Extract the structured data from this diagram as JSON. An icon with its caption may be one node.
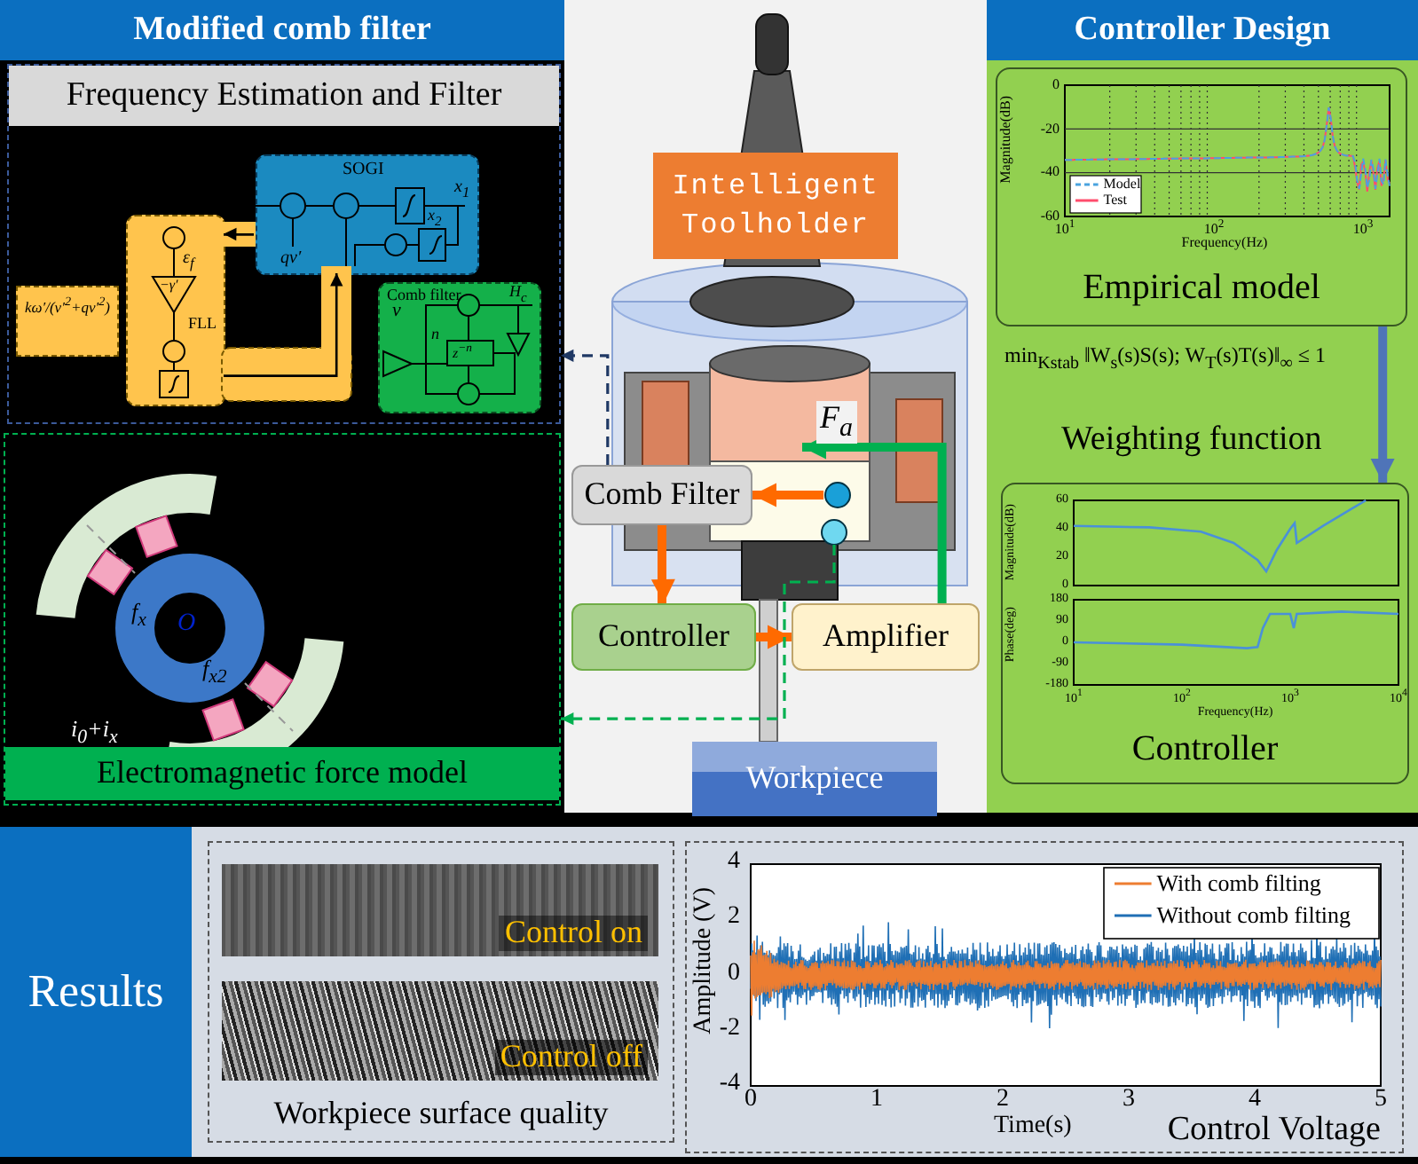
{
  "diagram": {
    "nodes": [
      {
        "text": [
          "Modified comb filter"
        ]
      },
      {
        "text": [
          "Frequency Estimation and Filter"
        ],
        "in": 0
      },
      {
        "text": [
          "SOGI"
        ],
        "in": 1
      },
      {
        "text": [
          "FLL"
        ],
        "in": 1
      },
      {
        "text": [
          "kω′/(v′$^{2}$+qv′$^{2}$)"
        ],
        "in": 1
      },
      {
        "text": [
          "Comb filter"
        ],
        "in": 1
      },
      {
        "text": [
          "Electromagnetic force model"
        ],
        "in": 0
      },
      {
        "text": [
          "Intelligent Toolholder"
        ]
      },
      {
        "text": [
          "Comb Filter"
        ]
      },
      {
        "text": [
          "Controller"
        ]
      },
      {
        "text": [
          "Amplifier"
        ]
      },
      {
        "text": [
          "Workpiece"
        ]
      },
      {
        "text": [
          "Controller Design"
        ]
      },
      {
        "text": [
          "Empirical model"
        ],
        "in": 12
      },
      {
        "text": [
          "Controller"
        ],
        "in": 12
      },
      {
        "text": [
          "Results"
        ]
      },
      {
        "text": [
          "Workpiece surface quality"
        ],
        "in": 15
      },
      {
        "text": [
          "Control on"
        ],
        "in": 16
      },
      {
        "text": [
          "Control off"
        ],
        "in": 16
      },
      {
        "text": [
          "Control Voltage"
        ],
        "in": 15
      }
    ],
    "edges": [
      {
        "from": null,
        "to": 8,
        "arrow": "to",
        "color": "#ff6a00"
      },
      {
        "from": 8,
        "to": 9,
        "arrow": "to",
        "color": "#ff6a00"
      },
      {
        "from": 9,
        "to": 10,
        "arrow": "to",
        "color": "#ff6a00"
      },
      {
        "from": 10,
        "to": null,
        "arrow": "to",
        "label": "F$_{a}$",
        "color": "#00b050"
      },
      {
        "from": null,
        "to": 6,
        "arrow": "to",
        "style": "dashed",
        "color": "#00b050"
      },
      {
        "from": 8,
        "to": 1,
        "arrow": "to",
        "style": "dashed",
        "color": "#1f3864"
      },
      {
        "from": 2,
        "to": 3,
        "arrow": "to",
        "color": "#000000"
      },
      {
        "from": 3,
        "to": 2,
        "arrow": "to",
        "color": "#000000"
      },
      {
        "from": 13,
        "to": 14,
        "arrow": "to",
        "color": "#4f74b8"
      }
    ],
    "labels": [
      "x$_{1}$",
      "x$_{2}$",
      "ε$_{f}$",
      "qv′",
      "−γ′",
      "H$_{c}$",
      "v",
      "n",
      "z$^{−n}$",
      "f$_{x}$",
      "O",
      "f$_{x2}$",
      "i$_{0}$+i$_{x}$",
      "0",
      "-20",
      "-40",
      "-60",
      "Magnitude(dB)",
      "10$^{1}$",
      "10$^{2}$",
      "10$^{3}$",
      "Frequency(Hz)",
      "min$_{Kstab}$ ‖W$_{s}$(s)S(s); W$_{T}$(s)T(s)‖$_{∞}$ ≤ 1",
      "Weighting function",
      "60",
      "40",
      "20",
      "0",
      "Magnitude(dB)",
      "180",
      "90",
      "0",
      "-90",
      "-180",
      "Phase(deg)",
      "10$^{1}$",
      "10$^{2}$",
      "10$^{3}$",
      "10$^{4}$",
      "Frequency(Hz)",
      "4",
      "2",
      "0",
      "-2",
      "-4",
      "Amplitude (V)",
      "0",
      "1",
      "2",
      "3",
      "4",
      "5",
      "Time(s)"
    ],
    "legend": [
      {
        "text": "Model"
      },
      {
        "text": "Test"
      },
      {
        "text": "With comb filting"
      },
      {
        "text": "Without comb filting"
      }
    ]
  }
}
